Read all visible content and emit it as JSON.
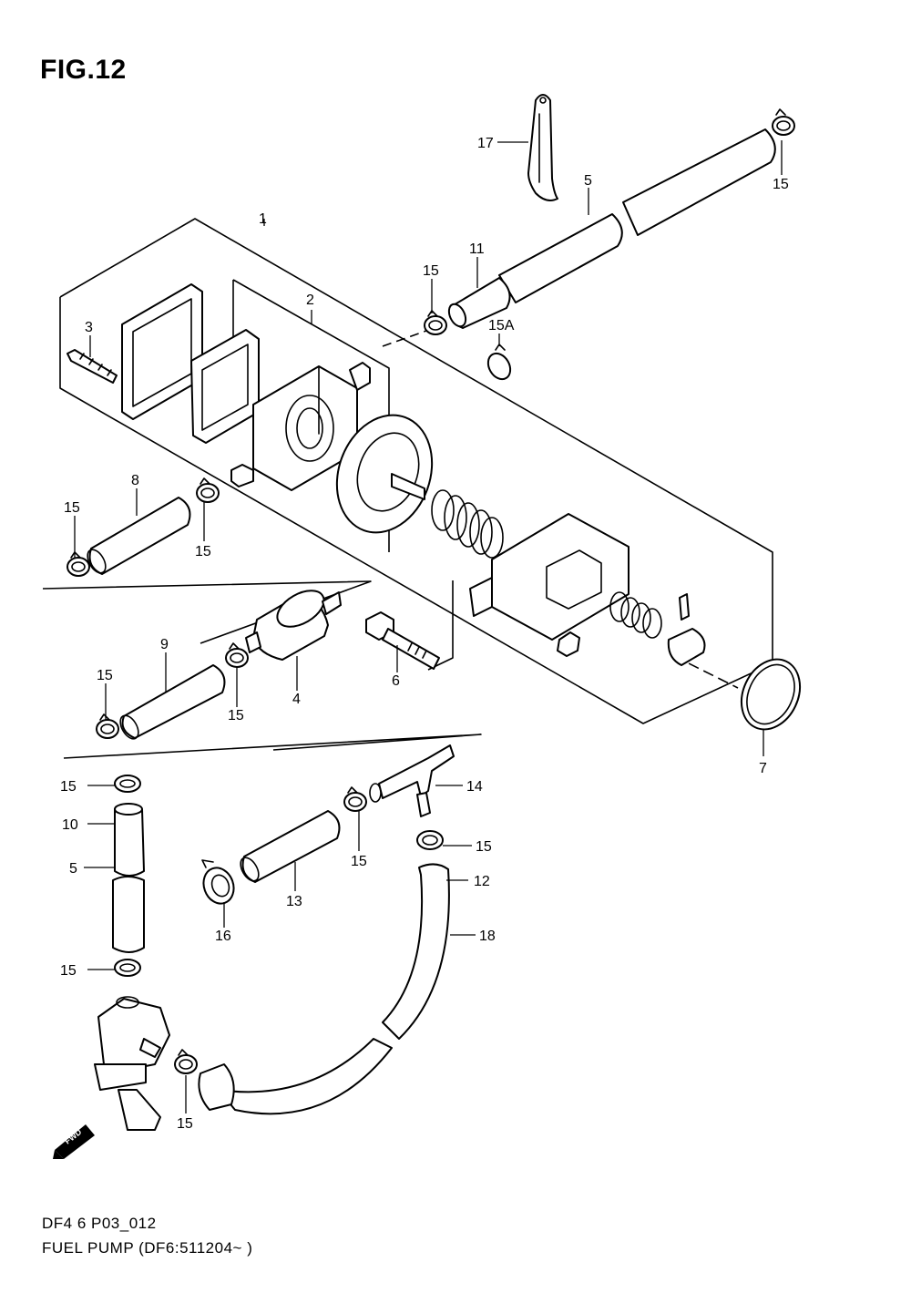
{
  "figure": {
    "title": "FIG.12"
  },
  "footer": {
    "code": "DF4 6 P03_012",
    "title": "FUEL PUMP (DF6:511204~ )"
  },
  "fwd_badge": {
    "label": "FWD",
    "icon": "forward-arrow-icon"
  },
  "callouts": {
    "c1": "1",
    "c2": "2",
    "c3": "3",
    "c4": "4",
    "c5a": "5",
    "c5b": "5",
    "c6": "6",
    "c7": "7",
    "c8": "8",
    "c9": "9",
    "c10": "10",
    "c11": "11",
    "c12": "12",
    "c13": "13",
    "c14": "14",
    "c15a": "15",
    "c15b": "15",
    "c15c": "15",
    "c15d": "15",
    "c15e": "15",
    "c15f": "15",
    "c15g": "15",
    "c15h": "15",
    "c15i": "15",
    "c15j": "15",
    "c15k": "15",
    "c15A": "15A",
    "c16": "16",
    "c17": "17",
    "c18": "18"
  }
}
